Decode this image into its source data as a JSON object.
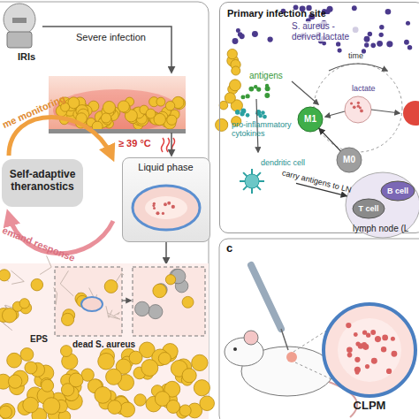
{
  "diagram": {
    "nodes": [
      {
        "text": [
          "Self-adaptive theranostics"
        ]
      },
      {
        "text": [
          "Liquid phase"
        ]
      },
      {
        "text": [
          "Primary infection site"
        ]
      },
      {
        "text": [
          "M1"
        ],
        "in": 2
      },
      {
        "text": [
          "M0"
        ],
        "in": 2
      },
      {
        "text": [
          "dendritic cell"
        ],
        "in": 2
      },
      {
        "text": [
          "lymph node (L"
        ],
        "in": 2
      },
      {
        "text": [
          "B cell"
        ],
        "in": 6
      },
      {
        "text": [
          "T cell"
        ],
        "in": 6
      },
      {
        "text": [
          "CLPM"
        ]
      }
    ],
    "edges": [
      {
        "from": 4,
        "to": 3,
        "arrow": "to"
      },
      {
        "from": 5,
        "to": 6,
        "label": "carry antigens to LN",
        "arrow": "to"
      }
    ],
    "labels": [
      "IRIs",
      "Severe infection",
      "≥ 39 °C",
      "me monitoring",
      "emand response",
      "EPS",
      "dead S. aureus",
      "S. aureus - derived lactate",
      "time",
      "lactate",
      "antigens",
      "pro-inflammatory cytokines",
      "c"
    ]
  }
}
